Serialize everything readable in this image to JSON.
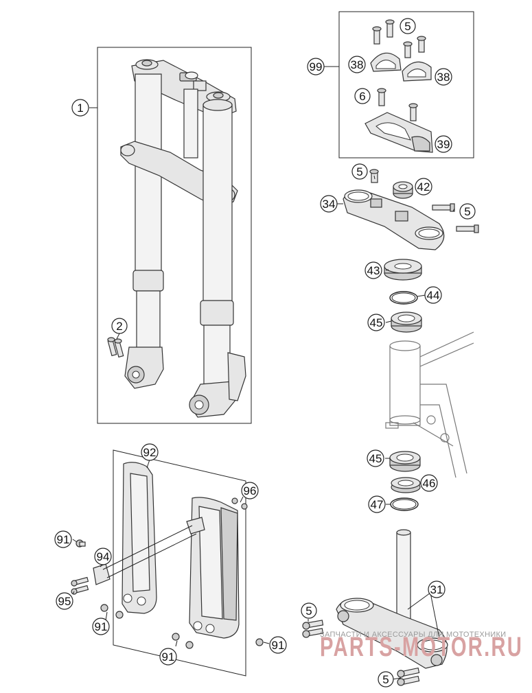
{
  "callouts": {
    "c1": "1",
    "c2": "2",
    "c5a": "5",
    "c99": "99",
    "c38a": "38",
    "c38b": "38",
    "c6": "6",
    "c39": "39",
    "c5b": "5",
    "c42": "42",
    "c34": "34",
    "c5c": "5",
    "c43": "43",
    "c44": "44",
    "c45a": "45",
    "c45b": "45",
    "c46": "46",
    "c47": "47",
    "c31": "31",
    "c5d": "5",
    "c5e": "5",
    "c92": "92",
    "c96": "96",
    "c91a": "91",
    "c94": "94",
    "c95": "95",
    "c91b": "91",
    "c91c": "91",
    "c91d": "91"
  },
  "watermark": {
    "tagline": "ЗАПЧАСТИ И АКСЕССУАРЫ ДЛЯ МОТОТЕХНИКИ",
    "brand": "PARTS-MOTOR.RU"
  },
  "colors": {
    "part_fill": "#e6e6e6",
    "outline": "#333333",
    "watermark": "#d8a2a2"
  }
}
